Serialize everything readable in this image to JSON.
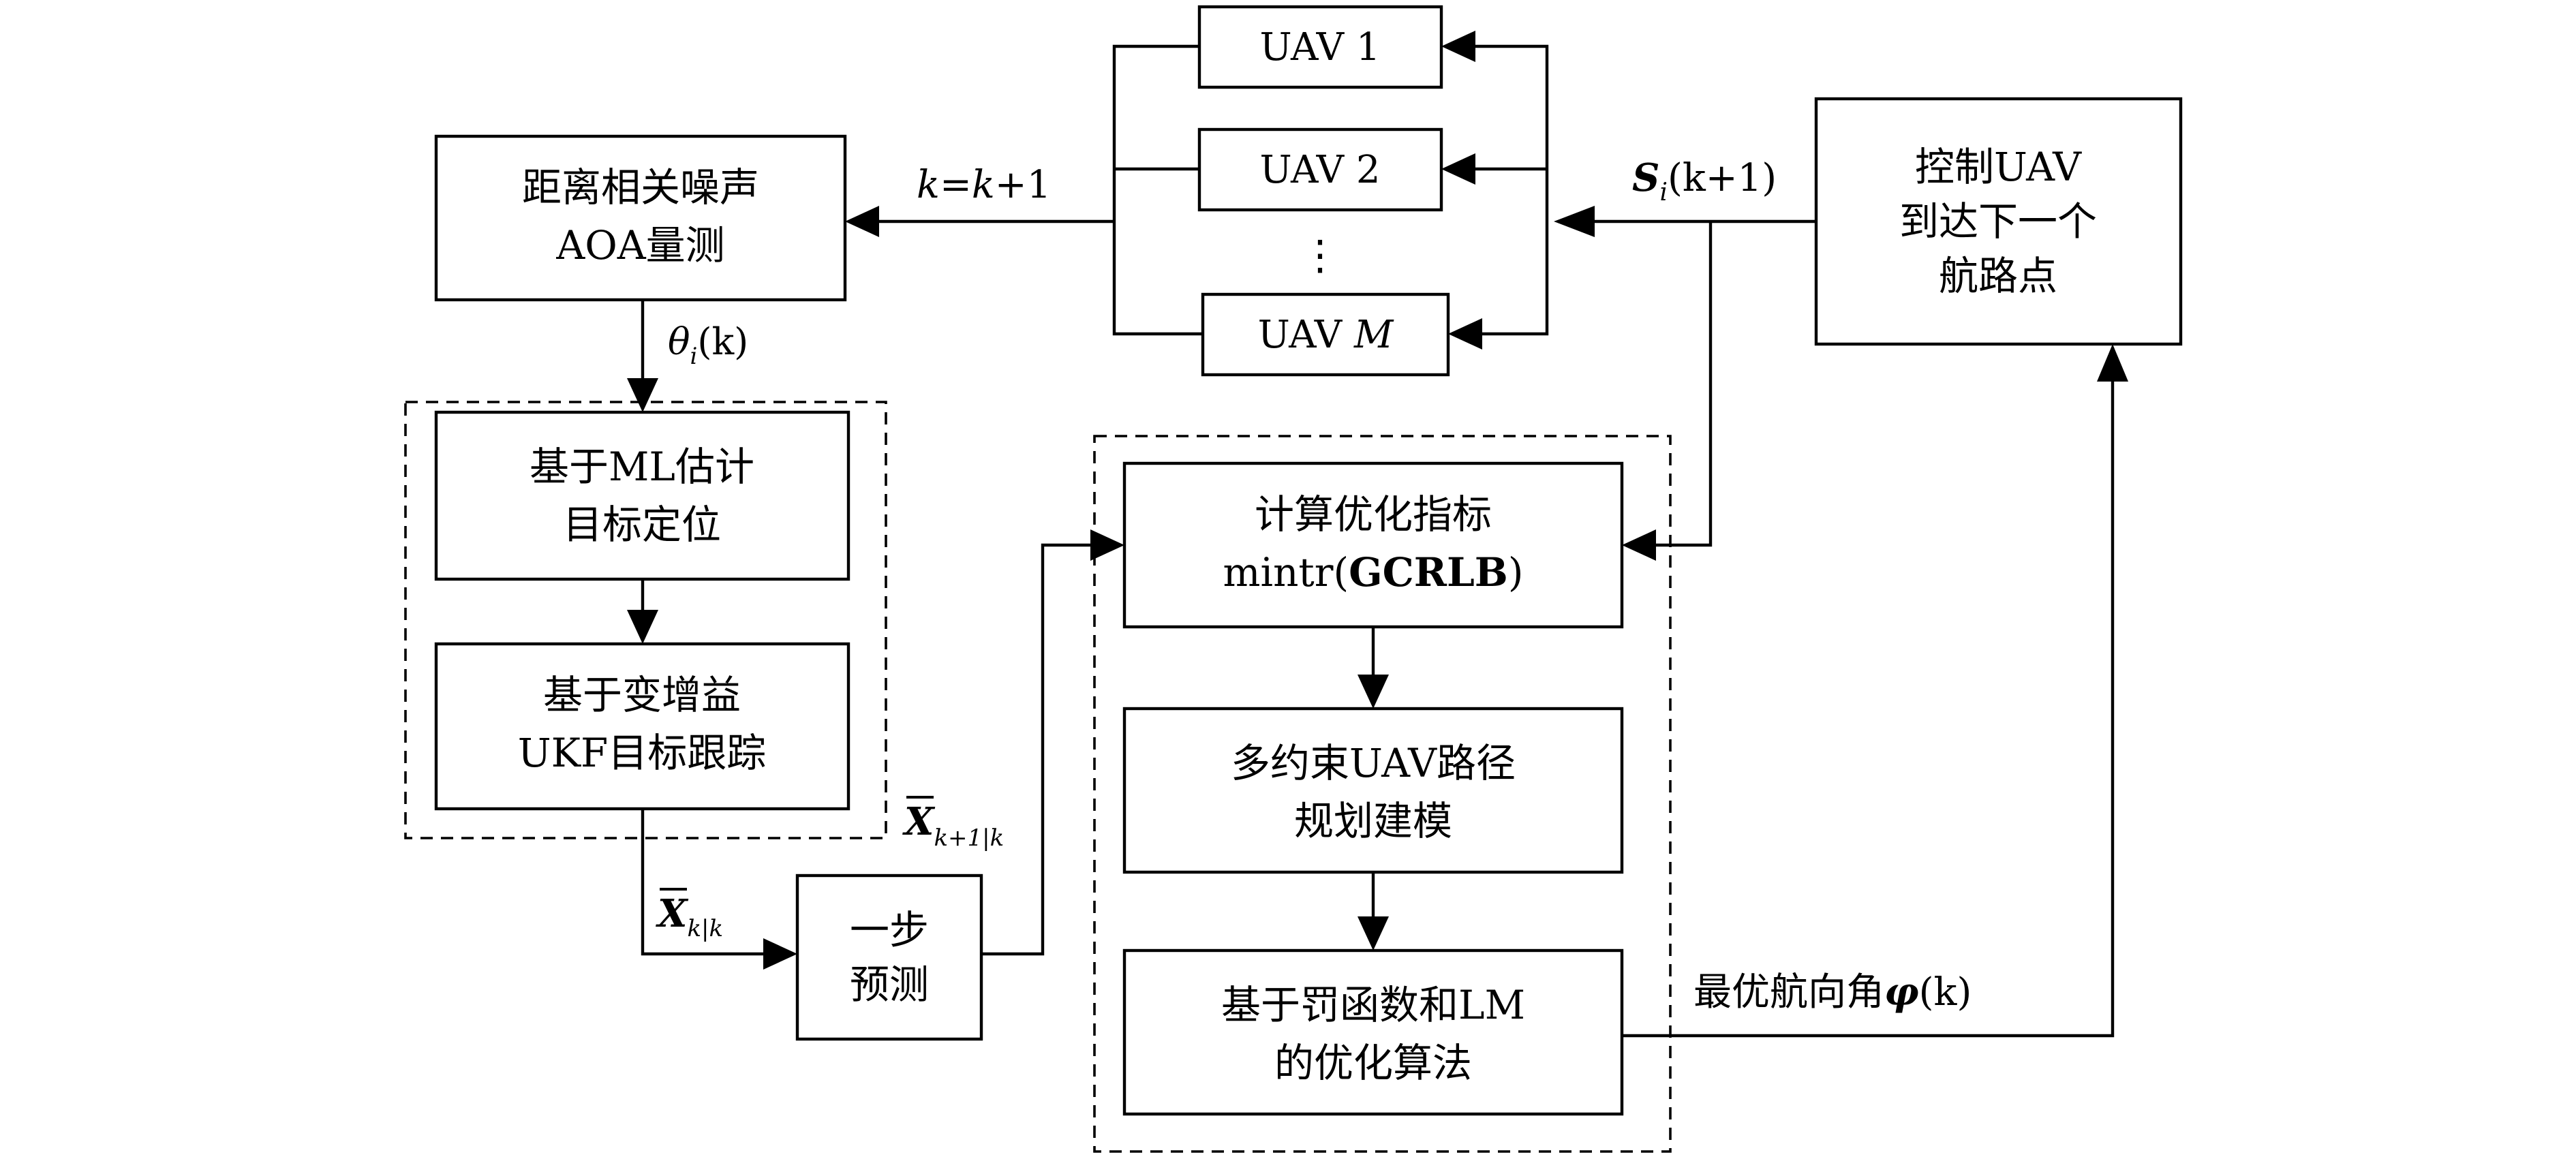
{
  "uav_boxes": [
    {
      "prefix": "UAV ",
      "id": "1",
      "italic": false
    },
    {
      "prefix": "UAV ",
      "id": "2",
      "italic": false
    },
    {
      "prefix": "UAV ",
      "id": "M",
      "italic": true
    }
  ],
  "uav_dots": "⋮",
  "measure_box": {
    "line1": "距离相关噪声",
    "line2": "AOA量测"
  },
  "control_box": {
    "line1": "控制UAV",
    "line2": "到达下一个",
    "line3": "航路点"
  },
  "ml_box": {
    "line1": "基于ML估计",
    "line2": "目标定位"
  },
  "ukf_box": {
    "line1": "基于变增益",
    "line2": "UKF目标跟踪"
  },
  "predict_box": {
    "line1": "一步",
    "line2": "预测"
  },
  "index_box": {
    "line1": "计算优化指标",
    "line2_pre": "mintr(",
    "line2_bold": "GCRLB",
    "line2_post": ")"
  },
  "model_box": {
    "line1": "多约束UAV路径",
    "line2": "规划建模"
  },
  "algo_box": {
    "line1": "基于罚函数和LM",
    "line2": "的优化算法"
  },
  "labels": {
    "k_update": {
      "k1": "k",
      "eq": "=",
      "k2": "k",
      "plus": "+1"
    },
    "theta": {
      "sym": "θ",
      "sub": "i",
      "arg": "(k)"
    },
    "s_label": {
      "sym": "S",
      "sub": "i",
      "arg": "(k+1)"
    },
    "x_kk": {
      "sym": "X",
      "sub": "k|k"
    },
    "x_k1k": {
      "sym": "X",
      "sub": "k+1|k"
    },
    "optimal_heading": {
      "text": "最优航向角",
      "sym": "φ",
      "arg": "(k)"
    }
  }
}
